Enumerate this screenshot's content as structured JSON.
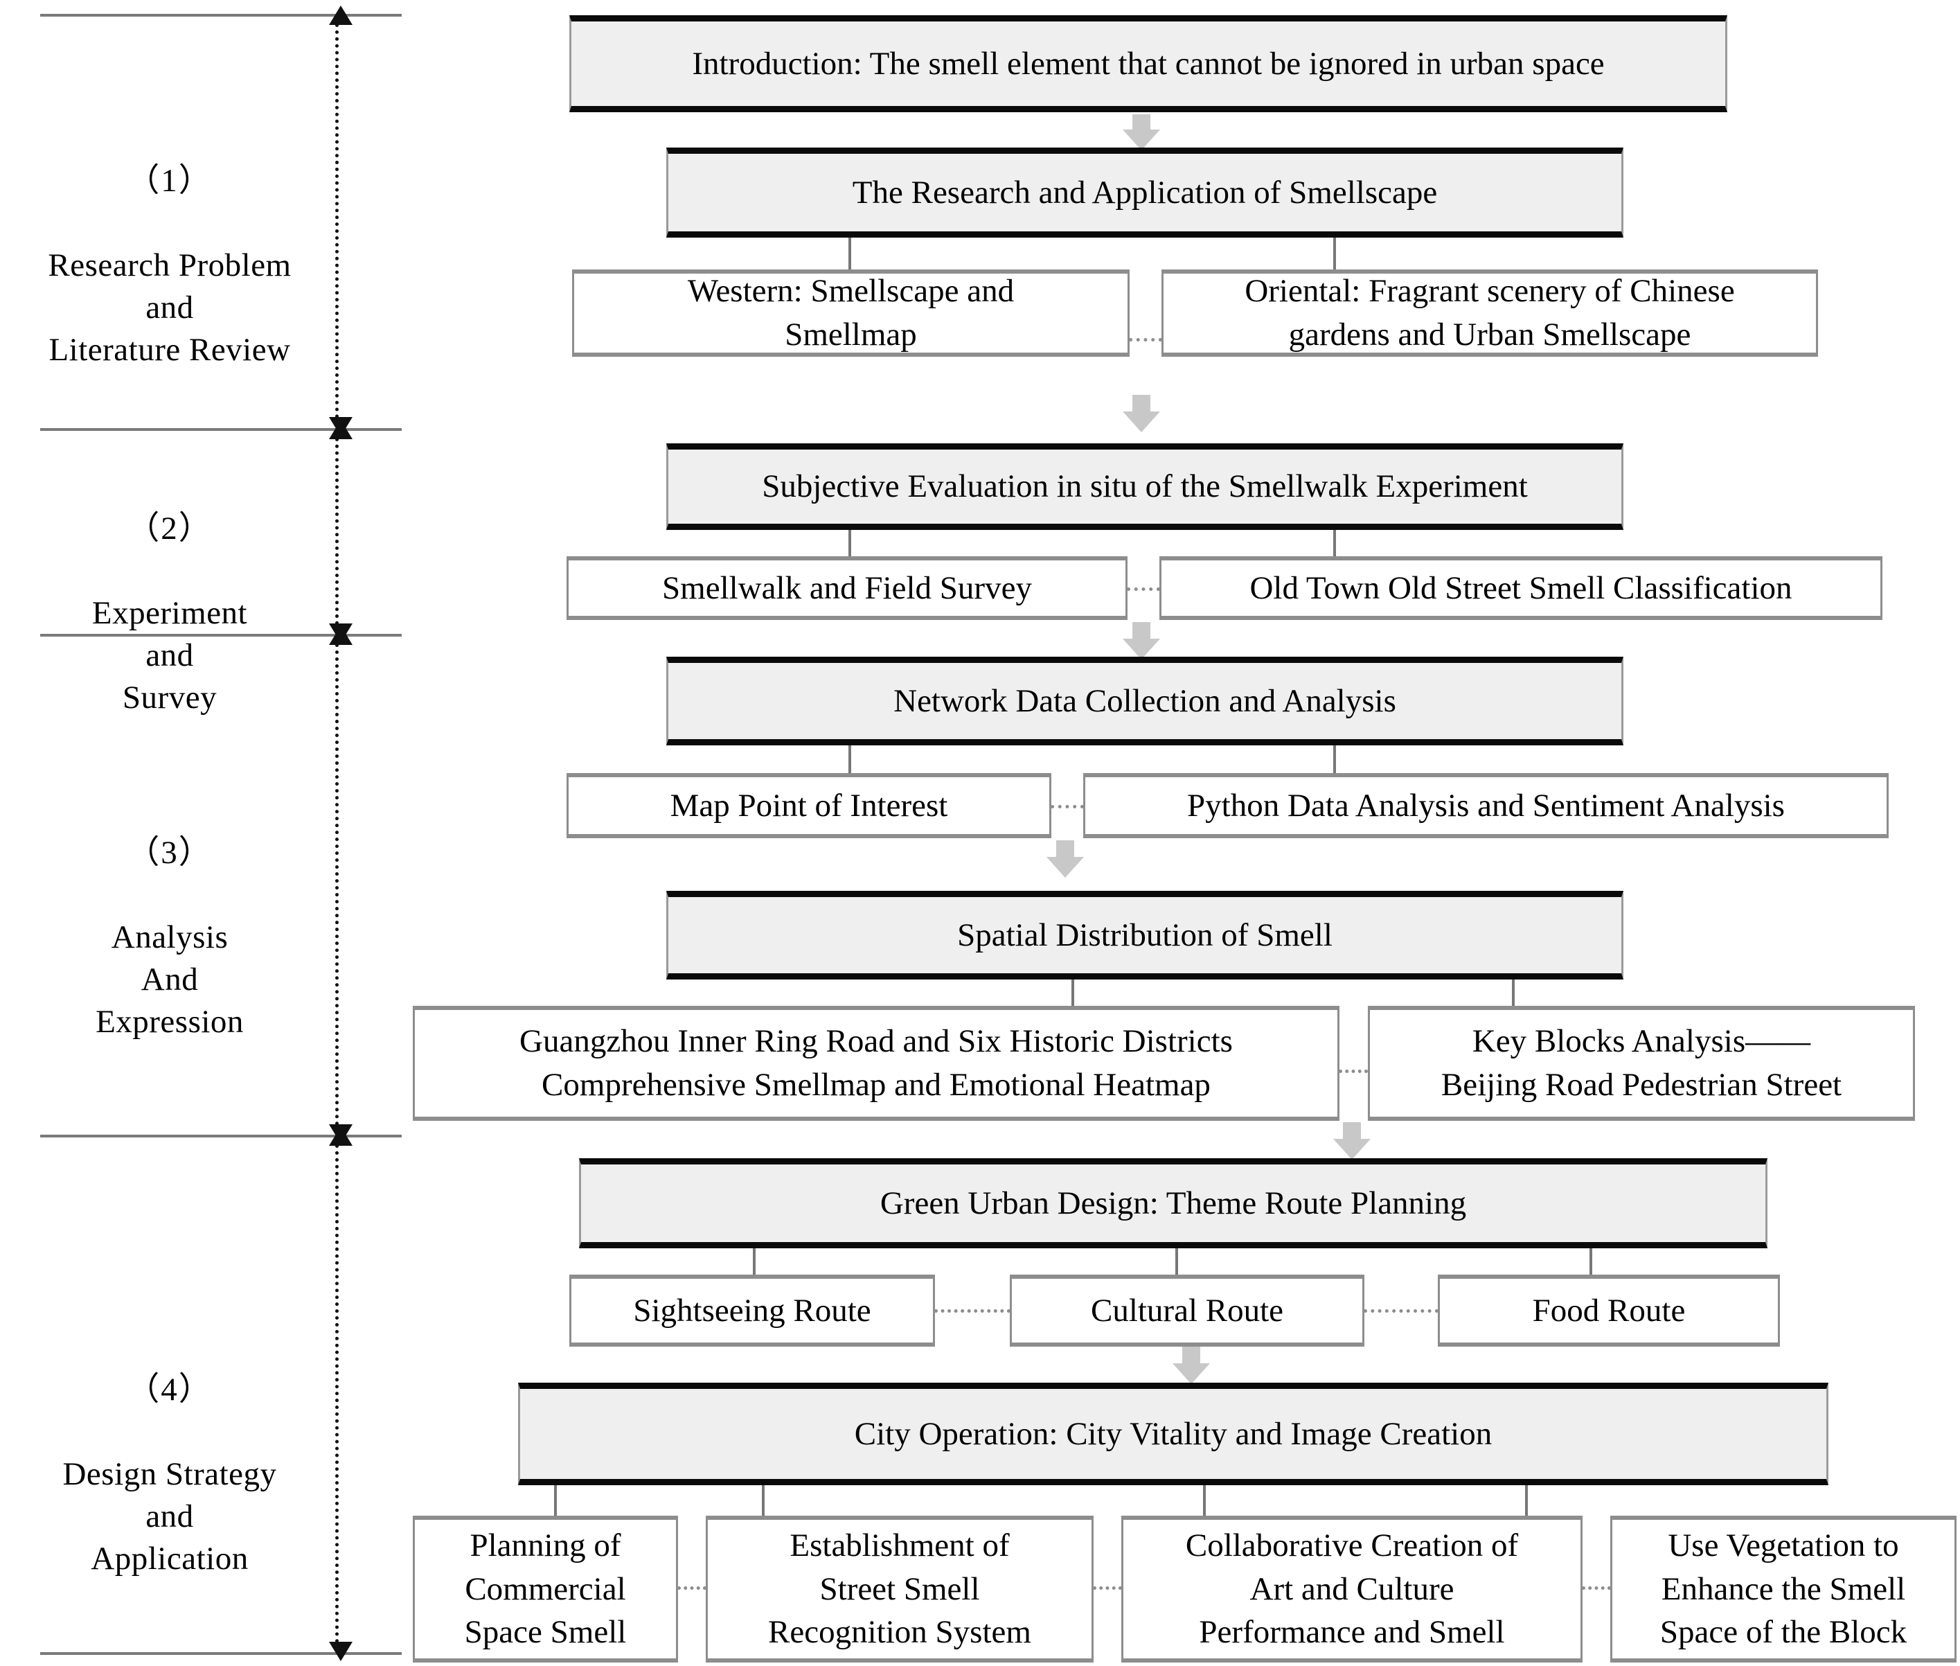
{
  "figure": {
    "type": "research-framework-flowchart",
    "stages": [
      {
        "number": "（1）",
        "title": "Research Problem\nand\nLiterature  Review"
      },
      {
        "number": "（2）",
        "title": "Experiment\nand\nSurvey"
      },
      {
        "number": "（3）",
        "title": "Analysis\nAnd\nExpression"
      },
      {
        "number": "（4）",
        "title": "Design  Strategy\nand\nApplication"
      }
    ],
    "nodes": {
      "introduction": "Introduction:  The smell  element  that  cannot be  ignored  in urban  space",
      "research_application": "The Research  and Application  of Smellscape",
      "western": "Western:  Smellscape  and\nSmellmap",
      "oriental": "Oriental:  Fragrant  scenery  of Chinese\ngardens  and Urban  Smellscape",
      "subjective_evaluation": "Subjective  Evaluation  in situ  of the Smellwalk  Experiment",
      "smellwalk_survey": "Smellwalk  and Field  Survey",
      "old_town": "Old Town Old Street Smell  Classification",
      "network_data": "Network Data Collection  and Analysis",
      "map_poi": "Map Point  of Interest",
      "python_analysis": "Python  Data Analysis  and Sentiment  Analysis",
      "spatial_distribution": "Spatial  Distribution  of Smell",
      "guangzhou": "Guangzhou  Inner  Ring  Road and Six Historic  Districts\nComprehensive  Smellmap  and Emotional  Heatmap",
      "key_blocks": "Key Blocks Analysis——\nBeijing  Road Pedestrian  Street",
      "green_urban": "Green Urban Design:  Theme  Route  Planning",
      "sightseeing_route": "Sightseeing  Route",
      "cultural_route": "Cultural  Route",
      "food_route": "Food Route",
      "city_operation": "City Operation:  City Vitality  and Image Creation",
      "commercial_space": "Planning  of\nCommercial\nSpace Smell",
      "recognition_system": "Establishment  of\nStreet Smell\nRecognition  System",
      "art_culture": "Collaborative  Creation  of\nArt and Culture\nPerformance  and Smell",
      "vegetation": "Use Vegetation  to\nEnhance  the Smell\nSpace of the Block"
    },
    "colors": {
      "primary_fill": "#efefef",
      "primary_rule": "#0a0a0a",
      "secondary_fill": "#ffffff",
      "secondary_rule": "#8d8d8d",
      "arrow_fill": "#c8c8c8",
      "divider": "#7a7a7a"
    }
  }
}
